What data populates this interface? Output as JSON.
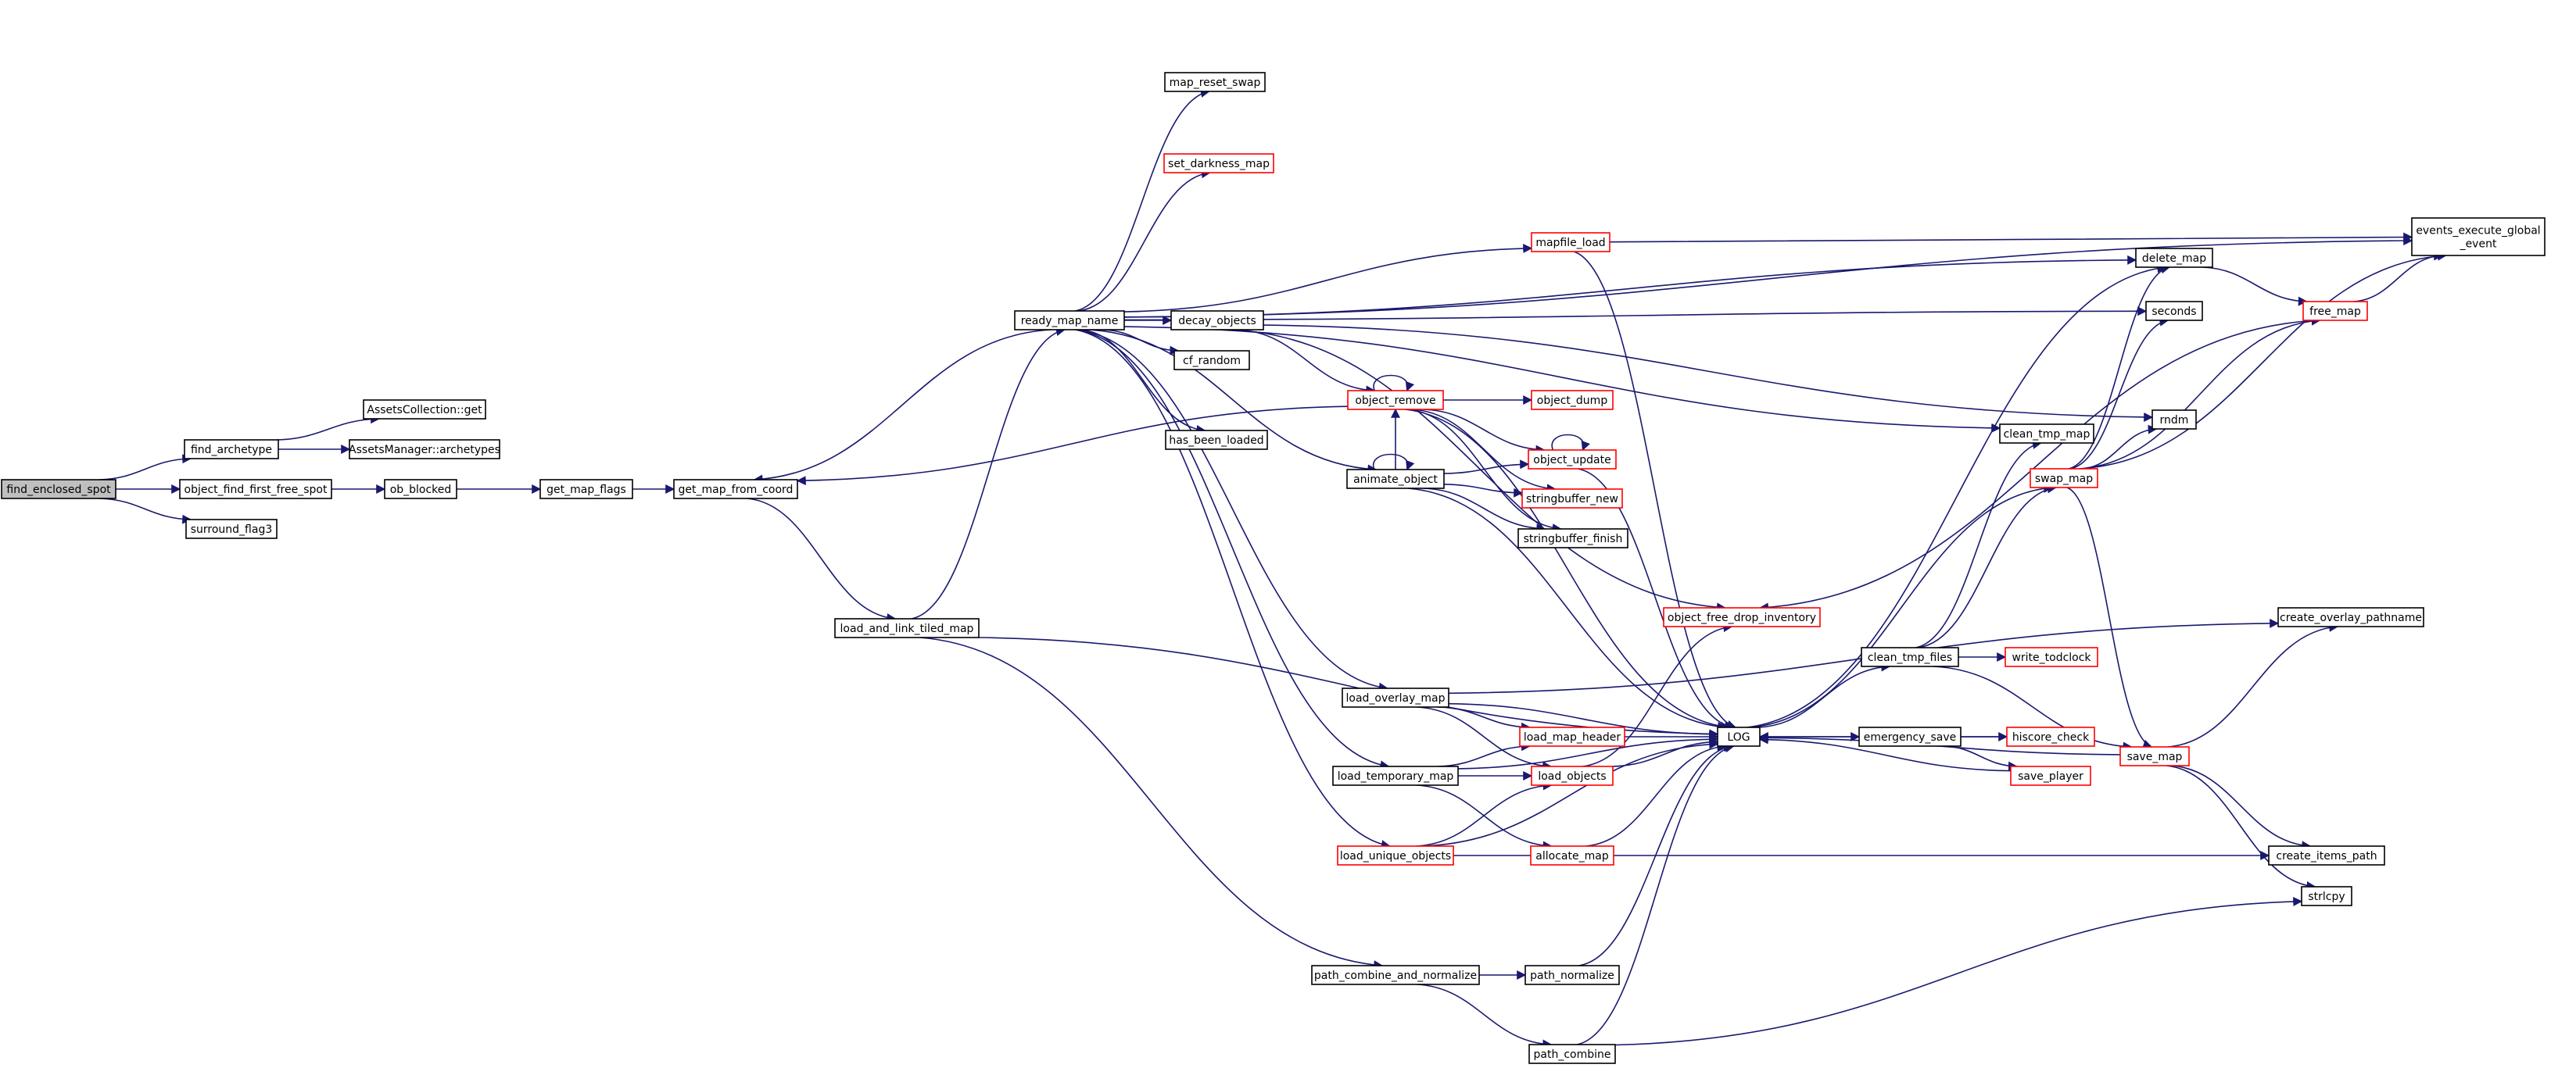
{
  "graph": {
    "colors": {
      "edge": "#191970",
      "box_border_default": "#000000",
      "box_border_incomplete": "#ff0000",
      "root_fill": "#bfbfbf",
      "box_fill": "#ffffff",
      "text": "#000000"
    },
    "nodes": [
      {
        "id": "find_enclosed_spot",
        "label": "find_enclosed_spot",
        "root": true
      },
      {
        "id": "find_archetype",
        "label": "find_archetype"
      },
      {
        "id": "object_find_first_free_spot",
        "label": "object_find_first_free_spot"
      },
      {
        "id": "surround_flag3",
        "label": "surround_flag3"
      },
      {
        "id": "assets_collection_get",
        "label": "AssetsCollection::get"
      },
      {
        "id": "assets_manager_archetypes",
        "label": "AssetsManager::archetypes"
      },
      {
        "id": "ob_blocked",
        "label": "ob_blocked"
      },
      {
        "id": "get_map_flags",
        "label": "get_map_flags"
      },
      {
        "id": "get_map_from_coord",
        "label": "get_map_from_coord"
      },
      {
        "id": "load_and_link_tiled_map",
        "label": "load_and_link_tiled_map"
      },
      {
        "id": "ready_map_name",
        "label": "ready_map_name"
      },
      {
        "id": "map_reset_swap",
        "label": "map_reset_swap"
      },
      {
        "id": "set_darkness_map",
        "label": "set_darkness_map",
        "red": true
      },
      {
        "id": "decay_objects",
        "label": "decay_objects"
      },
      {
        "id": "cf_random",
        "label": "cf_random"
      },
      {
        "id": "has_been_loaded",
        "label": "has_been_loaded"
      },
      {
        "id": "object_remove",
        "label": "object_remove",
        "red": true
      },
      {
        "id": "animate_object",
        "label": "animate_object"
      },
      {
        "id": "object_dump",
        "label": "object_dump",
        "red": true
      },
      {
        "id": "object_update",
        "label": "object_update",
        "red": true
      },
      {
        "id": "stringbuffer_new",
        "label": "stringbuffer_new",
        "red": true
      },
      {
        "id": "stringbuffer_finish",
        "label": "stringbuffer_finish"
      },
      {
        "id": "mapfile_load",
        "label": "mapfile_load",
        "red": true
      },
      {
        "id": "object_free_drop_inventory",
        "label": "object_free_drop_inventory",
        "red": true
      },
      {
        "id": "load_overlay_map",
        "label": "load_overlay_map"
      },
      {
        "id": "load_map_header",
        "label": "load_map_header",
        "red": true
      },
      {
        "id": "load_temporary_map",
        "label": "load_temporary_map"
      },
      {
        "id": "load_objects",
        "label": "load_objects",
        "red": true
      },
      {
        "id": "load_unique_objects",
        "label": "load_unique_objects",
        "red": true
      },
      {
        "id": "allocate_map",
        "label": "allocate_map",
        "red": true
      },
      {
        "id": "path_combine_and_normalize",
        "label": "path_combine_and_normalize"
      },
      {
        "id": "path_normalize",
        "label": "path_normalize"
      },
      {
        "id": "path_combine",
        "label": "path_combine"
      },
      {
        "id": "log",
        "label": "LOG"
      },
      {
        "id": "emergency_save",
        "label": "emergency_save"
      },
      {
        "id": "clean_tmp_files",
        "label": "clean_tmp_files"
      },
      {
        "id": "write_todclock",
        "label": "write_todclock",
        "red": true
      },
      {
        "id": "hiscore_check",
        "label": "hiscore_check",
        "red": true
      },
      {
        "id": "save_player",
        "label": "save_player",
        "red": true
      },
      {
        "id": "delete_map",
        "label": "delete_map"
      },
      {
        "id": "seconds",
        "label": "seconds"
      },
      {
        "id": "clean_tmp_map",
        "label": "clean_tmp_map"
      },
      {
        "id": "rndm",
        "label": "rndm"
      },
      {
        "id": "swap_map",
        "label": "swap_map",
        "red": true
      },
      {
        "id": "free_map",
        "label": "free_map",
        "red": true
      },
      {
        "id": "save_map",
        "label": "save_map",
        "red": true
      },
      {
        "id": "events_execute_global_event",
        "label": "events_execute_global\n_event"
      },
      {
        "id": "create_overlay_pathname",
        "label": "create_overlay_pathname"
      },
      {
        "id": "create_items_path",
        "label": "create_items_path"
      },
      {
        "id": "strlcpy",
        "label": "strlcpy"
      }
    ],
    "edges": [
      [
        "find_enclosed_spot",
        "find_archetype"
      ],
      [
        "find_enclosed_spot",
        "object_find_first_free_spot"
      ],
      [
        "find_enclosed_spot",
        "surround_flag3"
      ],
      [
        "find_archetype",
        "assets_collection_get"
      ],
      [
        "find_archetype",
        "assets_manager_archetypes"
      ],
      [
        "object_find_first_free_spot",
        "ob_blocked"
      ],
      [
        "ob_blocked",
        "get_map_flags"
      ],
      [
        "get_map_flags",
        "get_map_from_coord"
      ],
      [
        "get_map_from_coord",
        "load_and_link_tiled_map"
      ],
      [
        "load_and_link_tiled_map",
        "ready_map_name"
      ],
      [
        "load_and_link_tiled_map",
        "log"
      ],
      [
        "load_and_link_tiled_map",
        "path_combine_and_normalize"
      ],
      [
        "ready_map_name",
        "get_map_from_coord"
      ],
      [
        "ready_map_name",
        "map_reset_swap"
      ],
      [
        "ready_map_name",
        "set_darkness_map"
      ],
      [
        "ready_map_name",
        "decay_objects"
      ],
      [
        "ready_map_name",
        "cf_random"
      ],
      [
        "ready_map_name",
        "has_been_loaded"
      ],
      [
        "ready_map_name",
        "animate_object"
      ],
      [
        "ready_map_name",
        "load_overlay_map"
      ],
      [
        "ready_map_name",
        "load_temporary_map"
      ],
      [
        "ready_map_name",
        "load_unique_objects"
      ],
      [
        "ready_map_name",
        "mapfile_load"
      ],
      [
        "ready_map_name",
        "clean_tmp_map"
      ],
      [
        "ready_map_name",
        "delete_map"
      ],
      [
        "ready_map_name",
        "seconds"
      ],
      [
        "ready_map_name",
        "events_execute_global_event"
      ],
      [
        "decay_objects",
        "object_remove"
      ],
      [
        "decay_objects",
        "object_free_drop_inventory"
      ],
      [
        "decay_objects",
        "rndm"
      ],
      [
        "object_remove",
        "object_remove"
      ],
      [
        "object_remove",
        "object_dump"
      ],
      [
        "object_remove",
        "object_update"
      ],
      [
        "object_remove",
        "stringbuffer_new"
      ],
      [
        "object_remove",
        "stringbuffer_finish"
      ],
      [
        "object_remove",
        "log"
      ],
      [
        "object_remove",
        "get_map_from_coord"
      ],
      [
        "animate_object",
        "animate_object"
      ],
      [
        "animate_object",
        "object_remove"
      ],
      [
        "animate_object",
        "object_update"
      ],
      [
        "animate_object",
        "stringbuffer_new"
      ],
      [
        "animate_object",
        "stringbuffer_finish"
      ],
      [
        "animate_object",
        "log"
      ],
      [
        "object_update",
        "object_update"
      ],
      [
        "object_update",
        "log"
      ],
      [
        "mapfile_load",
        "log"
      ],
      [
        "mapfile_load",
        "events_execute_global_event"
      ],
      [
        "load_overlay_map",
        "load_map_header"
      ],
      [
        "load_overlay_map",
        "load_objects"
      ],
      [
        "load_overlay_map",
        "log"
      ],
      [
        "load_overlay_map",
        "create_overlay_pathname"
      ],
      [
        "load_temporary_map",
        "load_map_header"
      ],
      [
        "load_temporary_map",
        "load_objects"
      ],
      [
        "load_temporary_map",
        "allocate_map"
      ],
      [
        "load_temporary_map",
        "log"
      ],
      [
        "load_unique_objects",
        "load_objects"
      ],
      [
        "load_unique_objects",
        "log"
      ],
      [
        "load_unique_objects",
        "create_items_path"
      ],
      [
        "load_map_header",
        "log"
      ],
      [
        "load_objects",
        "log"
      ],
      [
        "load_objects",
        "object_free_drop_inventory"
      ],
      [
        "allocate_map",
        "log"
      ],
      [
        "path_combine_and_normalize",
        "path_normalize"
      ],
      [
        "path_combine_and_normalize",
        "path_combine"
      ],
      [
        "path_normalize",
        "log"
      ],
      [
        "path_combine",
        "log"
      ],
      [
        "path_combine",
        "strlcpy"
      ],
      [
        "log",
        "emergency_save"
      ],
      [
        "log",
        "clean_tmp_files"
      ],
      [
        "log",
        "delete_map"
      ],
      [
        "log",
        "swap_map"
      ],
      [
        "emergency_save",
        "hiscore_check"
      ],
      [
        "emergency_save",
        "save_player"
      ],
      [
        "hiscore_check",
        "log"
      ],
      [
        "save_player",
        "log"
      ],
      [
        "clean_tmp_files",
        "write_todclock"
      ],
      [
        "clean_tmp_files",
        "clean_tmp_map"
      ],
      [
        "clean_tmp_files",
        "swap_map"
      ],
      [
        "clean_tmp_files",
        "save_map"
      ],
      [
        "swap_map",
        "delete_map"
      ],
      [
        "swap_map",
        "seconds"
      ],
      [
        "swap_map",
        "rndm"
      ],
      [
        "swap_map",
        "free_map"
      ],
      [
        "swap_map",
        "save_map"
      ],
      [
        "swap_map",
        "events_execute_global_event"
      ],
      [
        "delete_map",
        "free_map"
      ],
      [
        "free_map",
        "events_execute_global_event"
      ],
      [
        "free_map",
        "object_free_drop_inventory"
      ],
      [
        "save_map",
        "log"
      ],
      [
        "save_map",
        "create_overlay_pathname"
      ],
      [
        "save_map",
        "create_items_path"
      ],
      [
        "save_map",
        "strlcpy"
      ]
    ]
  }
}
